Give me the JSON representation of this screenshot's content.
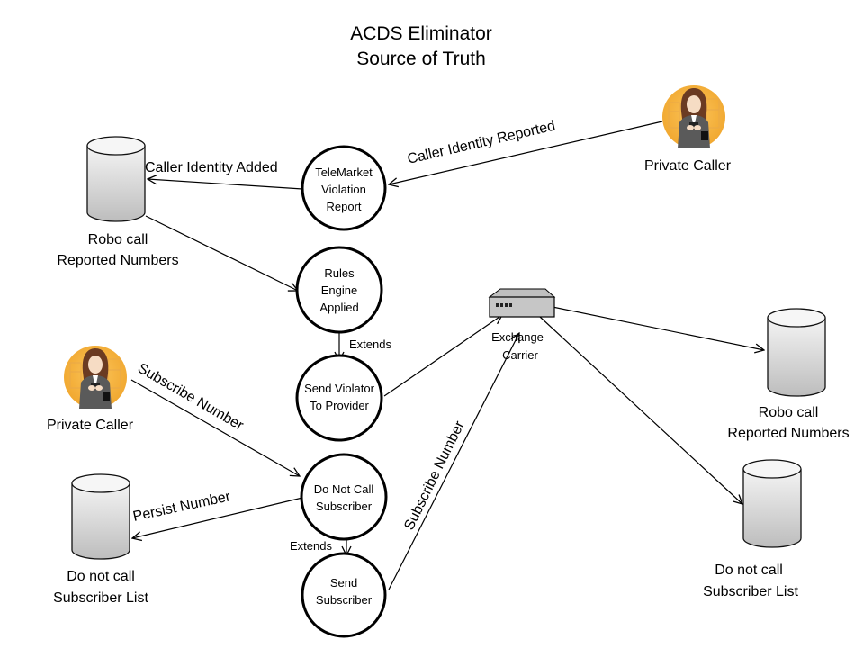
{
  "title": {
    "line1": "ACDS Eliminator",
    "line2": "Source of Truth"
  },
  "colors": {
    "line": "#000000",
    "avatar_bg": "#f6b53c",
    "db_fill_top": "#f4f4f4",
    "db_fill_bottom": "#bdbdbd",
    "server_fill": "#c4c4c4"
  },
  "actors": [
    {
      "id": "private-caller-top",
      "icon": "woman-avatar-icon",
      "label": "Private Caller"
    },
    {
      "id": "private-caller-left",
      "icon": "woman-avatar-icon",
      "label": "Private Caller"
    }
  ],
  "processes": [
    {
      "id": "telemarket-violation-report",
      "lines": [
        "TeleMarket",
        "Violation",
        "Report"
      ]
    },
    {
      "id": "rules-engine-applied",
      "lines": [
        "Rules",
        "Engine",
        "Applied"
      ]
    },
    {
      "id": "send-violator-to-provider",
      "lines": [
        "Send Violator",
        "To Provider"
      ]
    },
    {
      "id": "do-not-call-subscriber",
      "lines": [
        "Do Not Call",
        "Subscriber"
      ]
    },
    {
      "id": "send-subscriber",
      "lines": [
        "Send",
        "Subscriber"
      ]
    }
  ],
  "datastores": [
    {
      "id": "robocall-left",
      "icon": "database-icon",
      "lines": [
        "Robo call",
        "Reported Numbers"
      ]
    },
    {
      "id": "dnc-left",
      "icon": "database-icon",
      "lines": [
        "Do not call",
        "Subscriber List"
      ]
    },
    {
      "id": "robocall-right",
      "icon": "database-icon",
      "lines": [
        "Robo call",
        "Reported Numbers"
      ]
    },
    {
      "id": "dnc-right",
      "icon": "database-icon",
      "lines": [
        "Do not call",
        "Subscriber List"
      ]
    }
  ],
  "exchange": {
    "icon": "server-icon",
    "lines": [
      "Exchange",
      "Carrier"
    ]
  },
  "edges": [
    {
      "from": "private-caller-top",
      "to": "telemarket-violation-report",
      "label": "Caller Identity Reported"
    },
    {
      "from": "telemarket-violation-report",
      "to": "robocall-left",
      "label": "Caller Identity Added"
    },
    {
      "from": "robocall-left",
      "to": "rules-engine-applied",
      "label": ""
    },
    {
      "from": "rules-engine-applied",
      "to": "send-violator-to-provider",
      "label": "Extends"
    },
    {
      "from": "send-violator-to-provider",
      "to": "exchange-carrier",
      "label": ""
    },
    {
      "from": "exchange-carrier",
      "to": "robocall-right",
      "label": ""
    },
    {
      "from": "exchange-carrier",
      "to": "dnc-right",
      "label": ""
    },
    {
      "from": "private-caller-left",
      "to": "do-not-call-subscriber",
      "label": "Subscribe Number"
    },
    {
      "from": "do-not-call-subscriber",
      "to": "dnc-left",
      "label": "Persist Number"
    },
    {
      "from": "do-not-call-subscriber",
      "to": "send-subscriber",
      "label": "Extends"
    },
    {
      "from": "send-subscriber",
      "to": "exchange-carrier",
      "label": "Subscribe Number"
    }
  ]
}
